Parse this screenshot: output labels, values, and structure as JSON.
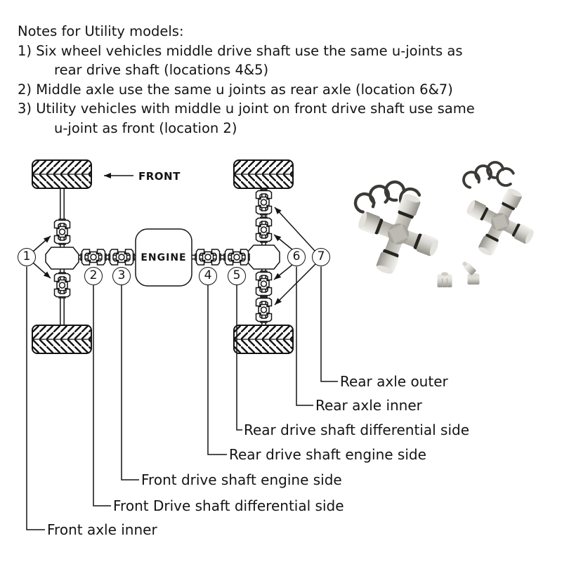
{
  "notes": {
    "lines": [
      {
        "text": "Notes for Utility models:",
        "indent": false
      },
      {
        "text": "1) Six wheel vehicles middle drive shaft use the same u-joints as",
        "indent": false
      },
      {
        "text": "rear drive shaft (locations 4&5)",
        "indent": true
      },
      {
        "text": "2) Middle axle use the same u joints as rear axle (location 6&7)",
        "indent": false
      },
      {
        "text": "3) Utility vehicles with middle u joint on front drive shaft use same",
        "indent": false
      },
      {
        "text": "u-joint as front (location 2)",
        "indent": true
      }
    ]
  },
  "diagram": {
    "front_label": "FRONT",
    "engine_label": "ENGINE",
    "markers": [
      "1",
      "2",
      "3",
      "4",
      "5",
      "6",
      "7"
    ]
  },
  "callouts": [
    {
      "num": "7",
      "label": "Rear axle outer"
    },
    {
      "num": "6",
      "label": "Rear axle inner"
    },
    {
      "num": "5",
      "label": "Rear drive shaft differential side"
    },
    {
      "num": "4",
      "label": "Rear drive shaft engine side"
    },
    {
      "num": "3",
      "label": "Front drive shaft engine side"
    },
    {
      "num": "2",
      "label": "Front Drive shaft differential side"
    },
    {
      "num": "1",
      "label": "Front axle inner"
    }
  ],
  "product_photo": {
    "parts": [
      "u-joint-cross-large",
      "u-joint-cross-small",
      "snap-ring-set-left",
      "snap-ring-set-right",
      "grease-fitting-straight",
      "grease-fitting-angled"
    ]
  },
  "colors": {
    "line": "#141414",
    "background": "#ffffff",
    "metal_light": "#f2f1ee",
    "metal_mid": "#d4d2cc",
    "metal_dark": "#94918a",
    "seal_black": "#26251f",
    "snap_ring": "#3b3a37"
  }
}
